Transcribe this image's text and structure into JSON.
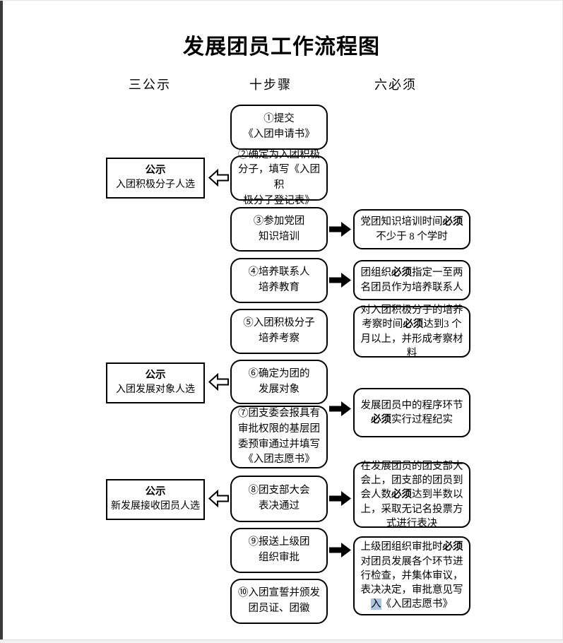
{
  "page": {
    "title": "发展团员工作流程图",
    "columns": {
      "left": "三公示",
      "center": "十步骤",
      "right": "六必须"
    }
  },
  "steps": [
    {
      "lines": [
        "①提交",
        "《入团申请书》"
      ]
    },
    {
      "lines": [
        "②确定为入团积极",
        "分子，填写《入团积",
        "极分子登记表》"
      ]
    },
    {
      "lines": [
        "③参加党团",
        "知识培训"
      ]
    },
    {
      "lines": [
        "④培养联系人",
        "培养教育"
      ]
    },
    {
      "lines": [
        "⑤入团积极分子",
        "培养考察"
      ]
    },
    {
      "lines": [
        "⑥确定为团的",
        "发展对象"
      ]
    },
    {
      "lines": [
        "⑦团支委会报具有",
        "审批权限的基层团",
        "委预审通过并填写",
        "《入团志愿书》"
      ]
    },
    {
      "lines": [
        "⑧团支部大会",
        "表决通过"
      ]
    },
    {
      "lines": [
        "⑨报送上级团",
        "组织审批"
      ]
    },
    {
      "lines": [
        "⑩入团宣誓并颁发",
        "团员证、团徽"
      ]
    }
  ],
  "notices": [
    {
      "title": "公示",
      "subtitle": "入团积极分子人选"
    },
    {
      "title": "公示",
      "subtitle": "入团发展对象人选"
    },
    {
      "title": "公示",
      "subtitle": "新发展接收团员人选"
    }
  ],
  "musts": [
    {
      "pre": "党团知识培训时间",
      "bold": "必须",
      "post": "不少于 8 个学时"
    },
    {
      "pre": "团组织",
      "bold": "必须",
      "post": "指定一至两名团员作为培养联系人"
    },
    {
      "pre": "对入团积极分子的培养考察时间",
      "bold": "必须",
      "post": "达到3 个月以上，并形成考察材料"
    },
    {
      "pre": "发展团员中的程序环节",
      "bold": "必须",
      "post": "实行过程纪实"
    },
    {
      "pre": "在发展团员的团支部大会上，团支部的团员到会人数",
      "bold": "必须",
      "post": "达到半数以上，采取无记名投票方式进行表决"
    },
    {
      "pre": "上级团组织审批时",
      "bold": "必须",
      "post": "对团员发展各个环节进行检查，并集体审议，表决决定，审批意见写",
      "highlight": "入",
      "tail": "《入团志愿书》"
    }
  ],
  "colors": {
    "highlight_bg": "#a9c7e4",
    "arrow": "#000000"
  }
}
